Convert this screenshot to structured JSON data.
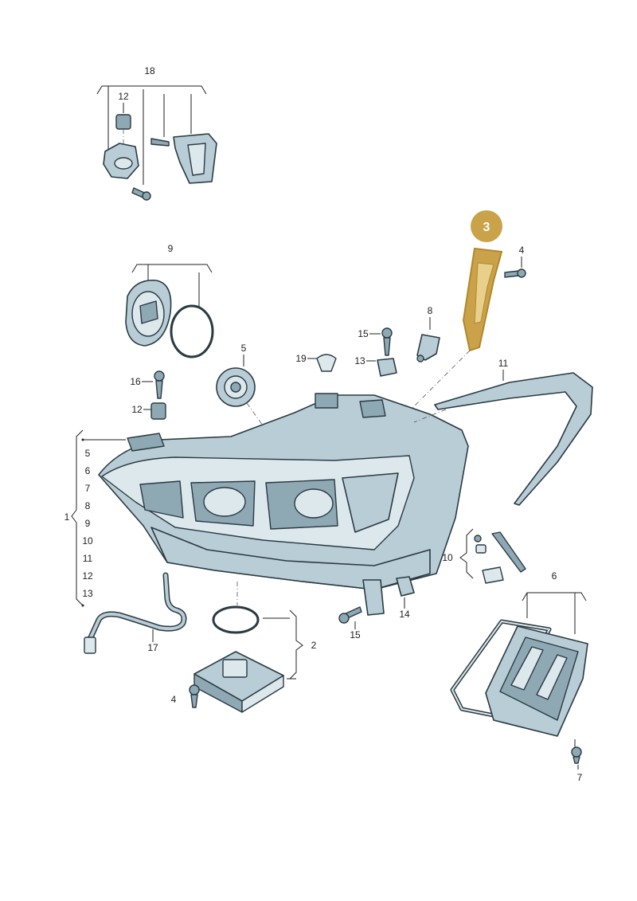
{
  "highlight": {
    "label": "3",
    "color": "#c9a24a"
  },
  "callouts": {
    "group18": "18",
    "c12_top": "12",
    "c9": "9",
    "c4_right": "4",
    "c8": "8",
    "c15_top": "15",
    "c5_upper": "5",
    "c19": "19",
    "c13": "13",
    "c11": "11",
    "c16": "16",
    "c12_mid": "12",
    "c1": "1",
    "list_1": [
      "5",
      "6",
      "7",
      "8",
      "9",
      "10",
      "11",
      "12",
      "13"
    ],
    "c10": "10",
    "c6": "6",
    "c14": "14",
    "c15_bottom": "15",
    "c2": "2",
    "c17": "17",
    "c4_bottom": "4",
    "c7": "7"
  }
}
